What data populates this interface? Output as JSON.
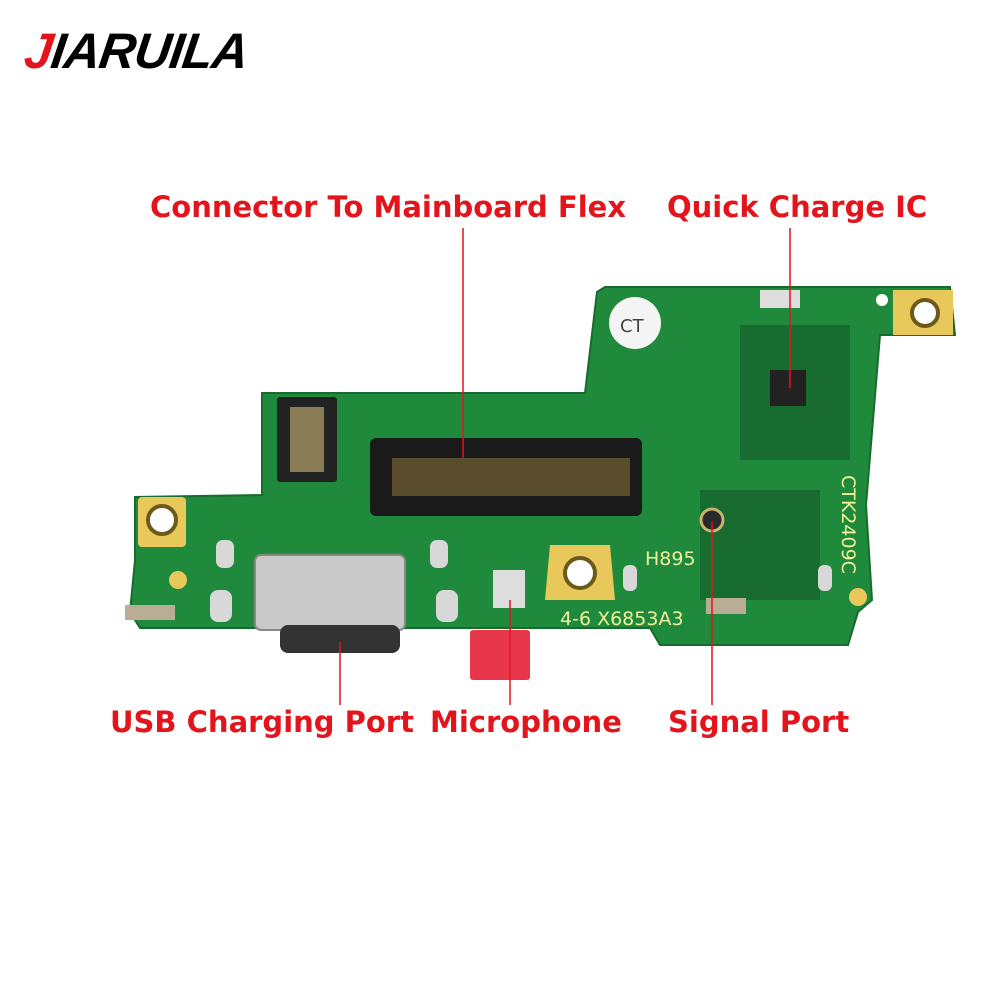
{
  "logo": {
    "first_letter": "J",
    "rest": "IARUILA"
  },
  "labels": {
    "connector": "Connector To Mainboard Flex",
    "quick_charge": "Quick Charge IC",
    "usb": "USB Charging Port",
    "microphone": "Microphone",
    "signal": "Signal Port"
  },
  "board_text": {
    "ct": "CT",
    "h895": "H895",
    "model": "4-6  X6853A3",
    "ctk": "CTK2409C"
  },
  "colors": {
    "label": "#e3141b",
    "pcb": "#1f8a3c",
    "gold": "#e8c85a"
  }
}
